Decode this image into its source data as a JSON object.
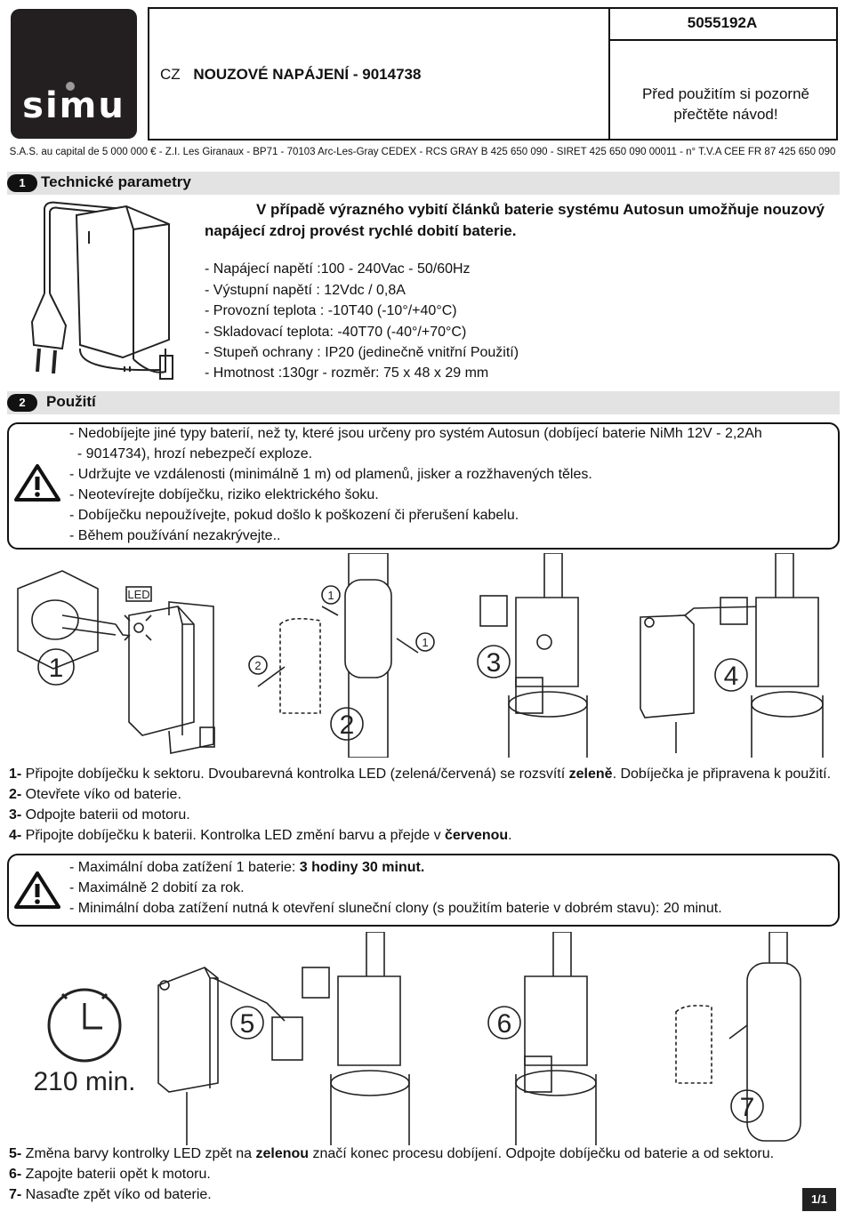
{
  "header": {
    "logo_text": "simu",
    "lang": "CZ",
    "title": "NOUZOVÉ NAPÁJENÍ - 9014738",
    "doc_code": "5055192A",
    "note_line1": "Před použitím si pozorně",
    "note_line2": "přečtěte návod!"
  },
  "company_line": "S.A.S. au capital de 5 000 000 € - Z.I. Les Giranaux - BP71 - 70103 Arc-Les-Gray CEDEX - RCS GRAY B 425 650 090 - SIRET 425 650 090 00011 - n° T.V.A CEE FR 87 425 650 090",
  "section1": {
    "num": "1",
    "title": "Technické parametry",
    "intro": "V případě výrazného vybití článků baterie systému Autosun umožňuje nouzový napájecí zdroj provést rychlé dobití baterie.",
    "specs": [
      "- Napájecí napětí :100 - 240Vac - 50/60Hz",
      "- Výstupní napětí : 12Vdc / 0,8A",
      "- Provozní teplota : -10T40 (-10°/+40°C)",
      "- Skladovací teplota: -40T70 (-40°/+70°C)",
      "- Stupeň ochrany : IP20 (jedinečně vnitřní Použití)",
      "- Hmotnost :130gr - rozměr: 75 x 48 x 29 mm"
    ]
  },
  "section2": {
    "num": "2",
    "title": "Použití",
    "warnings1": [
      "- Nedobíjejte jiné typy baterií, než ty, které jsou určeny pro systém Autosun (dobíjecí baterie NiMh 12V - 2,2Ah",
      "  - 9014734), hrozí nebezpečí exploze.",
      "- Udržujte ve vzdálenosti (minimálně 1 m) od plamenů, jisker a rozžhavených těles.",
      "- Neotevírejte dobíječku, riziko elektrického šoku.",
      "- Dobíječku nepoužívejte, pokud došlo k poškození či přerušení kabelu.",
      "- Během používání nezakrývejte.."
    ],
    "figure_labels": {
      "led": "LED",
      "n1": "1",
      "n2": "2",
      "n3": "3",
      "n4": "4",
      "n5": "5",
      "n6": "6",
      "n7": "7",
      "duration": "210 min."
    },
    "steps_a": [
      {
        "num": "1-",
        "text_before": " Připojte dobíječku k sektoru. Dvoubarevná kontrolka LED (zelená/červená) se rozsvítí ",
        "bold": "zeleně",
        "text_after": ". Dobíječka je připravena k použití."
      },
      {
        "num": "2-",
        "text_before": " Otevřete víko od baterie.",
        "bold": "",
        "text_after": ""
      },
      {
        "num": "3-",
        "text_before": " Odpojte baterii od motoru.",
        "bold": "",
        "text_after": ""
      },
      {
        "num": "4-",
        "text_before": " Připojte dobíječku k baterii. Kontrolka LED změní barvu a přejde v ",
        "bold": "červenou",
        "text_after": "."
      }
    ],
    "warnings2": {
      "line1_before": "- Maximální doba zatížení 1 baterie: ",
      "line1_bold": "3 hodiny 30 minut.",
      "line2": "- Maximálně 2 dobití za rok.",
      "line3": "- Minimální doba zatížení nutná k otevření sluneční clony (s použitím baterie v dobrém stavu): 20 minut."
    },
    "steps_b": [
      {
        "num": "5-",
        "text_before": " Změna barvy kontrolky LED zpět na ",
        "bold": "zelenou",
        "text_after": " značí konec procesu dobíjení. Odpojte dobíječku od baterie a od sektoru."
      },
      {
        "num": "6-",
        "text_before": " Zapojte baterii opět k motoru.",
        "bold": "",
        "text_after": ""
      },
      {
        "num": "7-",
        "text_before": " Nasaďte zpět víko od baterie.",
        "bold": "",
        "text_after": ""
      }
    ]
  },
  "page": "1/1"
}
